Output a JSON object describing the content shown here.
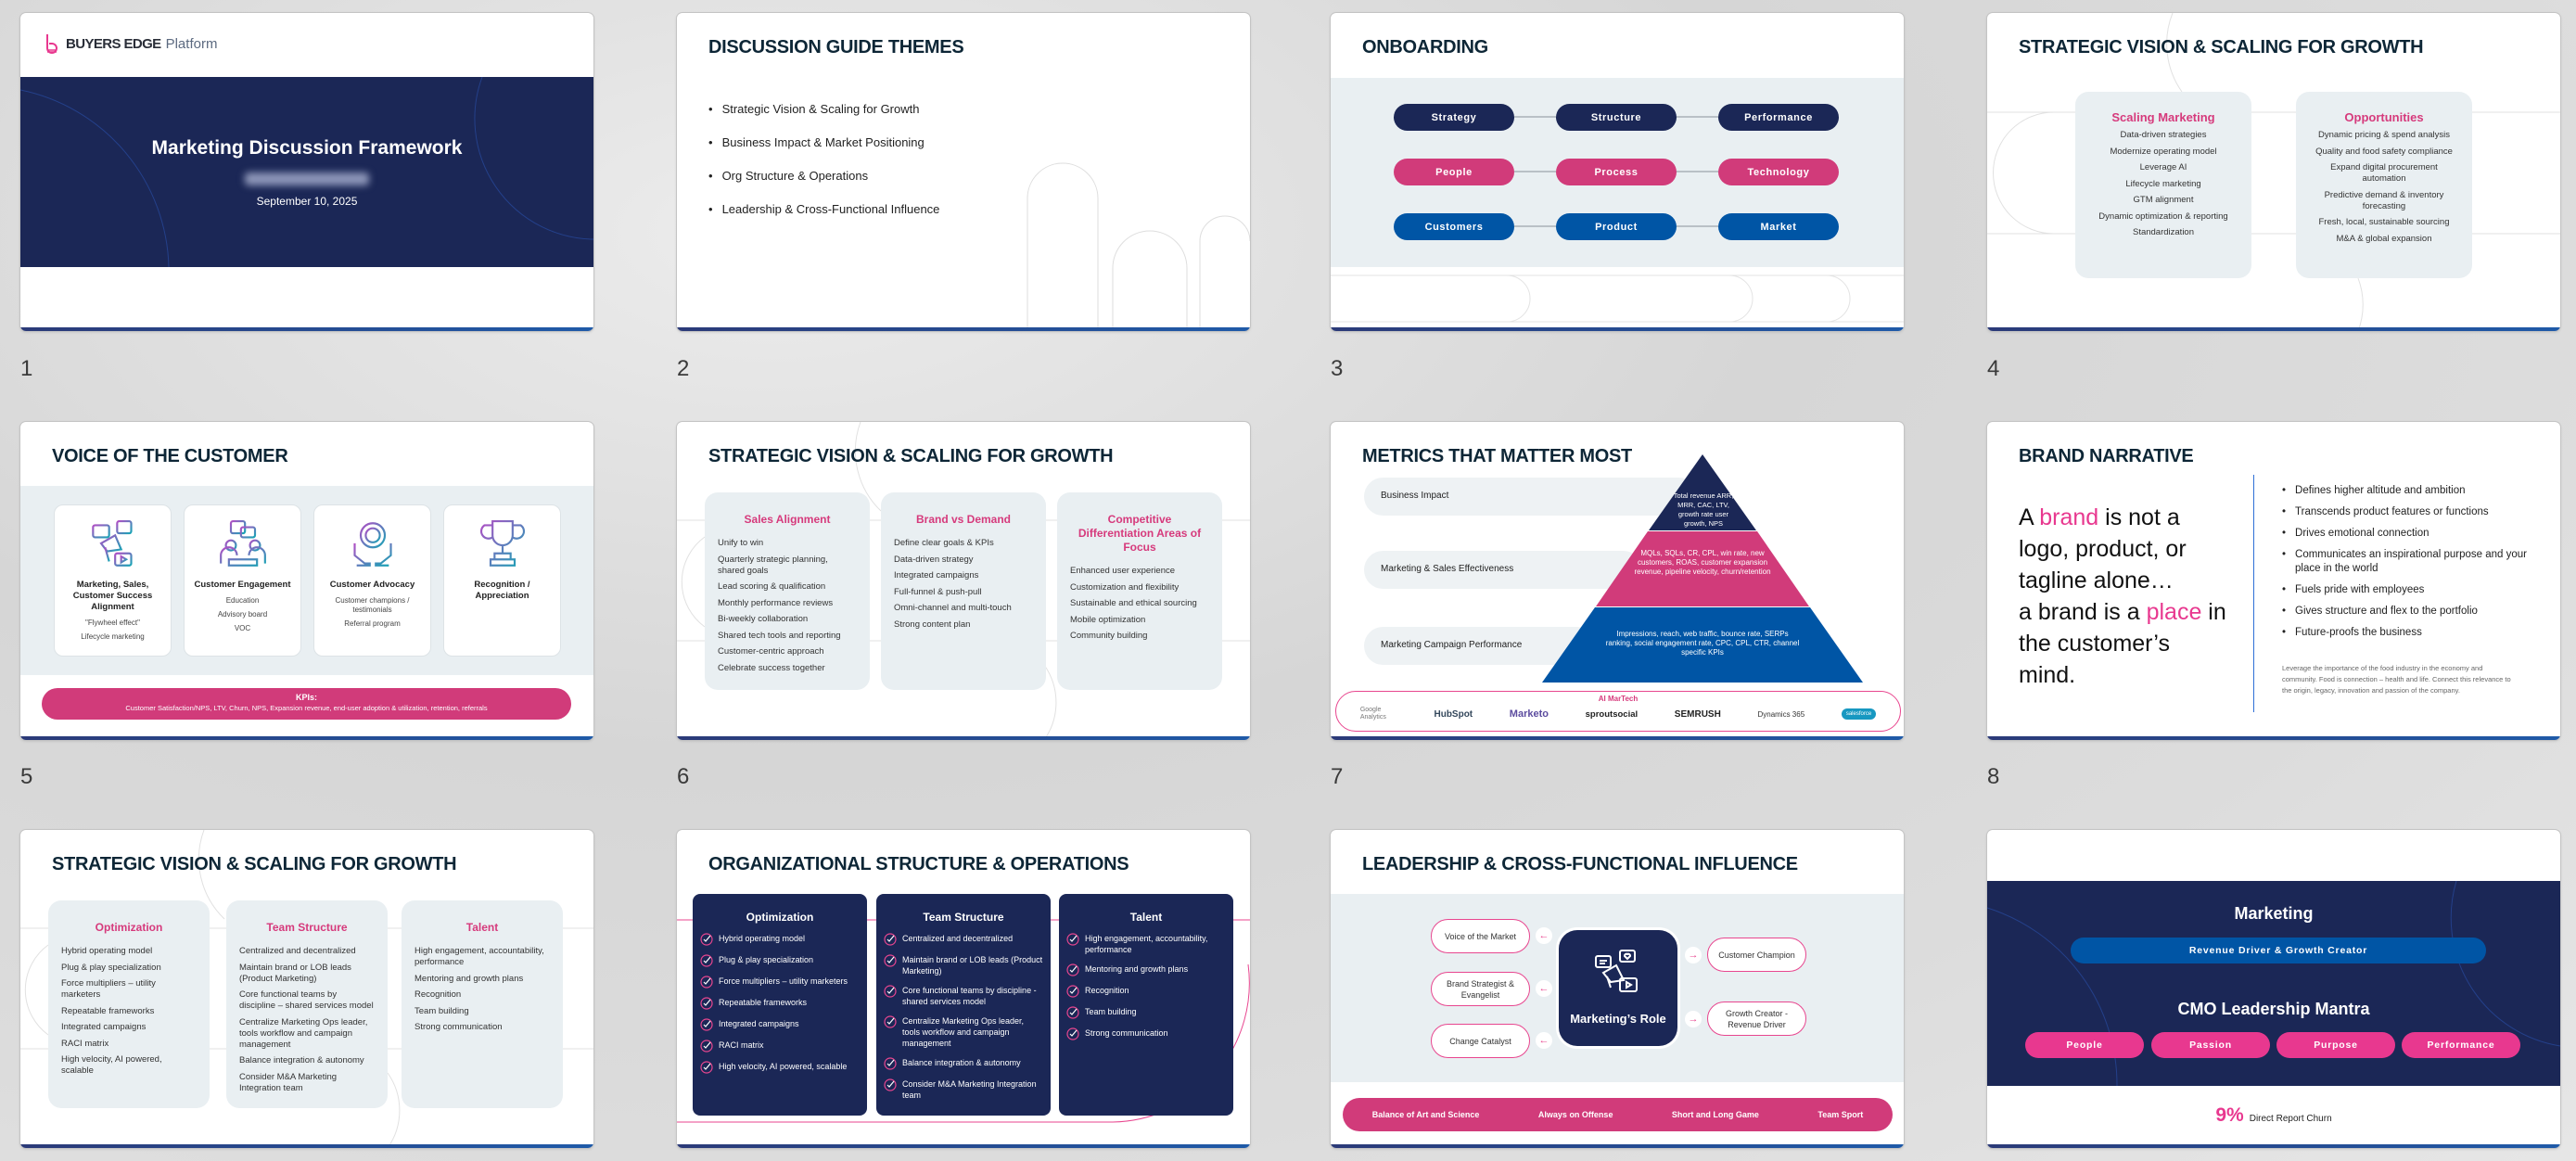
{
  "slides": [
    {
      "number": "1",
      "logo": {
        "brand": "BUYERS EDGE",
        "suffix": "Platform"
      },
      "title": "Marketing Discussion Framework",
      "date": "September 10, 2025"
    },
    {
      "number": "2",
      "title": "DISCUSSION GUIDE THEMES",
      "bullets": [
        "Strategic Vision & Scaling for Growth",
        "Business Impact & Market Positioning",
        "Org Structure & Operations",
        "Leadership & Cross-Functional Influence"
      ]
    },
    {
      "number": "3",
      "title": "ONBOARDING",
      "rows": [
        [
          "Strategy",
          "Structure",
          "Performance"
        ],
        [
          "People",
          "Process",
          "Technology"
        ],
        [
          "Customers",
          "Product",
          "Market"
        ]
      ]
    },
    {
      "number": "4",
      "title": "STRATEGIC VISION & SCALING FOR GROWTH",
      "columns": [
        {
          "heading": "Scaling Marketing",
          "items": [
            "Data-driven strategies",
            "Modernize operating model",
            "Leverage AI",
            "Lifecycle marketing",
            "GTM alignment",
            "Dynamic optimization & reporting",
            "Standardization"
          ]
        },
        {
          "heading": "Opportunities",
          "items": [
            "Dynamic pricing & spend analysis",
            "Quality and food safety compliance",
            "Expand digital procurement automation",
            "Predictive demand & inventory forecasting",
            "Fresh, local, sustainable sourcing",
            "M&A & global expansion"
          ]
        }
      ]
    },
    {
      "number": "5",
      "title": "VOICE OF THE CUSTOMER",
      "cards": [
        {
          "heading": "Marketing, Sales, Customer Success Alignment",
          "items": [
            "\"Flywheel effect\"",
            "Lifecycle marketing"
          ]
        },
        {
          "heading": "Customer Engagement",
          "items": [
            "Education",
            "Advisory board",
            "VOC"
          ]
        },
        {
          "heading": "Customer Advocacy",
          "items": [
            "Customer champions / testimonials",
            "Referral program"
          ]
        },
        {
          "heading": "Recognition / Appreciation",
          "items": []
        }
      ],
      "kpi_label": "KPIs:",
      "kpi_text": "Customer Satisfaction/NPS, LTV, Churn, NPS, Expansion revenue, end-user adoption & utilization, retention, referrals"
    },
    {
      "number": "6",
      "title": "STRATEGIC VISION & SCALING FOR GROWTH",
      "columns": [
        {
          "heading": "Sales Alignment",
          "items": [
            "Unify to win",
            "Quarterly strategic planning, shared goals",
            "Lead scoring & qualification",
            "Monthly performance reviews",
            "Bi-weekly collaboration",
            "Shared tech tools and reporting",
            "Customer-centric approach",
            "Celebrate success together"
          ]
        },
        {
          "heading": "Brand vs Demand",
          "items": [
            "Define clear goals & KPIs",
            "Data-driven strategy",
            "Integrated campaigns",
            "Full-funnel & push-pull",
            "Omni-channel and multi-touch",
            "Strong content plan"
          ]
        },
        {
          "heading": "Competitive Differentiation Areas of Focus",
          "items": [
            "Enhanced user experience",
            "Customization and flexibility",
            "Sustainable and ethical sourcing",
            "Mobile optimization",
            "Community building"
          ]
        }
      ]
    },
    {
      "number": "7",
      "title": "METRICS THAT MATTER MOST",
      "tiers": [
        {
          "label": "Business Impact",
          "metrics": "Total revenue ARR, MRR, CAC, LTV, growth rate user growth, NPS"
        },
        {
          "label": "Marketing & Sales Effectiveness",
          "metrics": "MQLs, SQLs, CR, CPL, win rate, new customers, ROAS, customer expansion revenue, pipeline velocity, churn/retention"
        },
        {
          "label": "Marketing Campaign Performance",
          "metrics": "Impressions, reach, web traffic, bounce rate, SERPs ranking, social engagement rate, CPC, CPL, CTR, channel specific KPIs"
        }
      ],
      "martech": {
        "label": "AI MarTech",
        "tools": [
          "Google Analytics",
          "HubSpot",
          "Marketo",
          "sproutsocial",
          "SEMRUSH",
          "Dynamics 365",
          "salesforce"
        ]
      }
    },
    {
      "number": "8",
      "title": "BRAND NARRATIVE",
      "statement": {
        "a": "A ",
        "brand": "brand",
        "b": " is not a logo, product, or tagline alone…",
        "c": "a brand is a ",
        "place": "place",
        "d": " in the customer’s mind."
      },
      "bullets": [
        "Defines higher altitude and ambition",
        "Transcends product features or functions",
        "Drives emotional connection",
        "Communicates an inspirational purpose and your place in the world",
        "Fuels pride with employees",
        "Gives structure and flex to the portfolio",
        "Future-proofs the business"
      ],
      "note": "Leverage the importance of the food industry in the economy and community. Food is connection – health and life. Connect this relevance to the origin, legacy, innovation and passion of the company."
    },
    {
      "title": "STRATEGIC VISION & SCALING FOR GROWTH",
      "columns": [
        {
          "heading": "Optimization",
          "items": [
            "Hybrid operating model",
            "Plug & play specialization",
            "Force multipliers – utility marketers",
            "Repeatable frameworks",
            "Integrated campaigns",
            "RACI matrix",
            "High velocity, AI powered, scalable"
          ]
        },
        {
          "heading": "Team Structure",
          "items": [
            "Centralized and decentralized",
            "Maintain brand or LOB leads (Product Marketing)",
            "Core functional teams by discipline – shared services model",
            "Centralize Marketing Ops leader, tools workflow and campaign management",
            "Balance integration & autonomy",
            "Consider M&A Marketing Integration team"
          ]
        },
        {
          "heading": "Talent",
          "items": [
            "High engagement, accountability, performance",
            "Mentoring and growth plans",
            "Recognition",
            "Team building",
            "Strong communication"
          ]
        }
      ]
    },
    {
      "title": "ORGANIZATIONAL STRUCTURE & OPERATIONS",
      "columns": [
        {
          "heading": "Optimization",
          "items": [
            "Hybrid operating model",
            "Plug & play specialization",
            "Force multipliers – utility marketers",
            "Repeatable frameworks",
            "Integrated campaigns",
            "RACI matrix",
            "High velocity, AI powered, scalable"
          ]
        },
        {
          "heading": "Team Structure",
          "items": [
            "Centralized and decentralized",
            "Maintain brand or LOB leads (Product Marketing)",
            "Core functional teams by discipline - shared services model",
            "Centralize Marketing Ops leader, tools workflow and campaign management",
            "Balance integration & autonomy",
            "Consider M&A Marketing Integration team"
          ]
        },
        {
          "heading": "Talent",
          "items": [
            "High engagement, accountability, performance",
            "Mentoring and growth plans",
            "Recognition",
            "Team building",
            "Strong communication"
          ]
        }
      ]
    },
    {
      "title": "LEADERSHIP & CROSS-FUNCTIONAL INFLUENCE",
      "center": "Marketing’s Role",
      "left_roles": [
        "Voice of the Market",
        "Brand Strategist & Evangelist",
        "Change Catalyst"
      ],
      "right_roles": [
        "Customer Champion",
        "Growth Creator - Revenue Driver"
      ],
      "pillars": [
        "Balance of Art and Science",
        "Always on Offense",
        "Short and Long Game",
        "Team Sport"
      ]
    },
    {
      "heading": "Marketing",
      "tagline": "Revenue Driver & Growth Creator",
      "mantra_heading": "CMO Leadership Mantra",
      "mantra": [
        "People",
        "Passion",
        "Purpose",
        "Performance"
      ],
      "stat_value": "9%",
      "stat_label": "Direct Report Churn"
    }
  ],
  "colors": {
    "navy": "#1b2756",
    "pink": "#d13b7a",
    "blue": "#0055a5",
    "bright_pink": "#e8388f"
  }
}
